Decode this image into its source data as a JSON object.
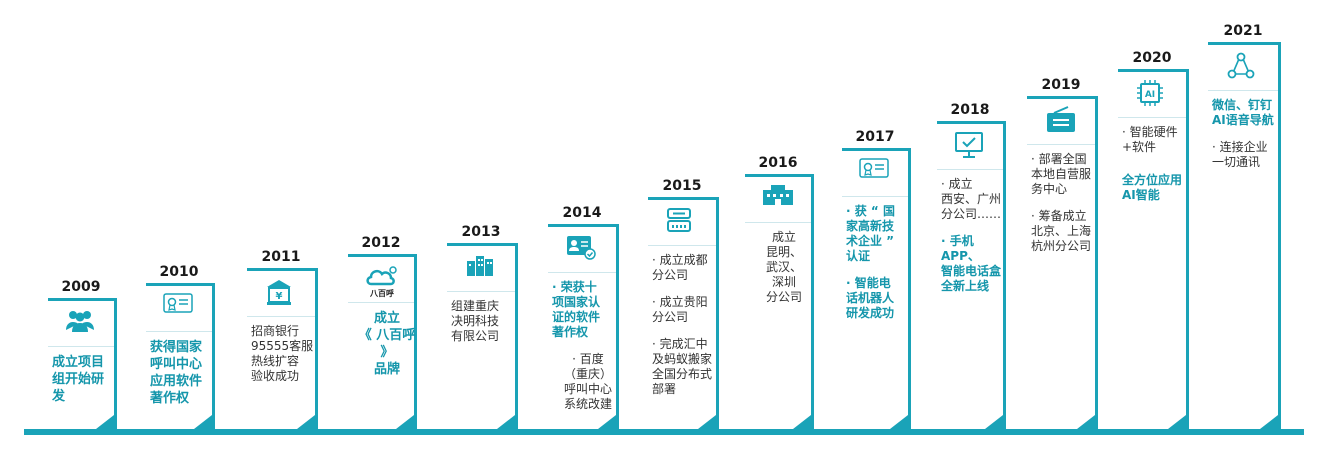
{
  "milestones": [
    {
      "year": "2009",
      "icon": "users-icon",
      "items": [
        {
          "text": "成立项目\n组开始研\n发",
          "style": "big"
        }
      ]
    },
    {
      "year": "2010",
      "icon": "certificate-icon",
      "items": [
        {
          "text": "获得国家\n呼叫中心\n应用软件\n著作权",
          "style": "big"
        }
      ]
    },
    {
      "year": "2011",
      "icon": "bank-icon",
      "items": [
        {
          "text": "招商银行\n95555客服\n热线扩容\n验收成功",
          "style": "plain"
        }
      ]
    },
    {
      "year": "2012",
      "icon": "babaihu-logo-icon",
      "logo_text": "八百呼",
      "items": [
        {
          "text": "成立\n《 八百呼 》\n品牌",
          "style": "big"
        }
      ]
    },
    {
      "year": "2013",
      "icon": "building-icon",
      "items": [
        {
          "text": "组建重庆\n决明科技\n有限公司",
          "style": "plain"
        }
      ]
    },
    {
      "year": "2014",
      "icon": "id-card-icon",
      "items": [
        {
          "text": "· 荣获十\n项国家认\n证的软件\n著作权",
          "style": "hl"
        },
        {
          "text": "· 百度\n（重庆）\n呼叫中心\n系统改建",
          "style": "plain"
        }
      ]
    },
    {
      "year": "2015",
      "icon": "server-icon",
      "items": [
        {
          "text": "· 成立成都\n分公司",
          "style": "plain"
        },
        {
          "text": "· 成立贵阳\n分公司",
          "style": "plain"
        },
        {
          "text": "· 完成汇中\n及蚂蚁搬家\n全国分布式\n部署",
          "style": "plain"
        }
      ]
    },
    {
      "year": "2016",
      "icon": "office-building-icon",
      "items": [
        {
          "text": "成立\n昆明、\n武汉、\n深圳\n分公司",
          "style": "plain"
        }
      ]
    },
    {
      "year": "2017",
      "icon": "certificate-icon",
      "items": [
        {
          "text": "· 获 “ 国\n家高新技\n术企业 ”\n认证",
          "style": "hl"
        },
        {
          "text": "· 智能电\n话机器人\n研发成功",
          "style": "hl"
        }
      ]
    },
    {
      "year": "2018",
      "icon": "monitor-check-icon",
      "items": [
        {
          "text": "· 成立\n西安、广州\n分公司……",
          "style": "plain"
        },
        {
          "text": "· 手机APP、\n智能电话盒\n全新上线",
          "style": "hl"
        }
      ]
    },
    {
      "year": "2019",
      "icon": "radio-icon",
      "items": [
        {
          "text": "· 部署全国\n本地自营服\n务中心",
          "style": "plain"
        },
        {
          "text": "· 筹备成立\n北京、上海\n杭州分公司",
          "style": "plain"
        }
      ]
    },
    {
      "year": "2020",
      "icon": "ai-chip-icon",
      "logo_text": "AI",
      "items": [
        {
          "text": "· 智能硬件\n+软件",
          "style": "plain"
        },
        {
          "text": "全方位应用\nAI智能",
          "style": "hl"
        }
      ]
    },
    {
      "year": "2021",
      "icon": "network-icon",
      "items": [
        {
          "text": "微信、钉钉\nAI语音导航",
          "style": "hl"
        },
        {
          "text": "· 连接企业\n一切通讯",
          "style": "plain"
        }
      ]
    }
  ],
  "colors": {
    "accent": "#1aa3b8",
    "highlight": "#1596ab",
    "text": "#333333",
    "year": "#1a1a1a"
  }
}
